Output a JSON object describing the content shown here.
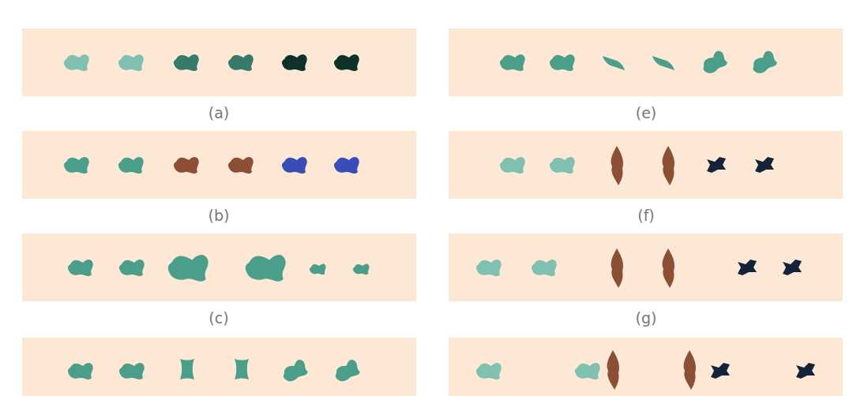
{
  "diagram": {
    "labels": [
      "(a)",
      "(b)",
      "(c)",
      "(e)",
      "(f)",
      "(g)"
    ]
  }
}
